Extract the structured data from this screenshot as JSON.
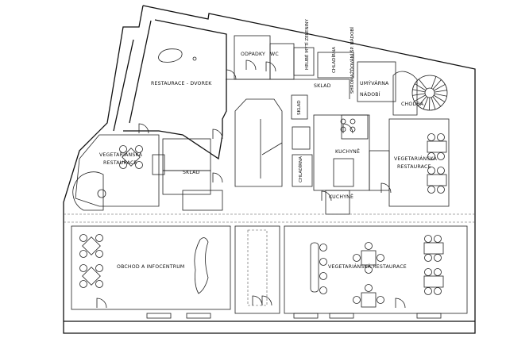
{
  "title": "Floor plan - vegetarian restaurant",
  "rooms": {
    "courtyard": "RESTAURACE - DVOREK",
    "waste": "ODPADKY",
    "wc": "WC",
    "veg_wash": "HRUBÉ MYTÍ ZELENINY",
    "cold_room_top": "CHLADÍRNA",
    "dirty_dishes": "SHROMAŽĎOVÁNÍ ŠP. NÁDOBÍ",
    "storage_top": "SKLAD",
    "dishwash_1": "UMÝVÁRNA",
    "dishwash_2": "NÁDOBÍ",
    "corridor": "CHODBA",
    "storage_small": "SKLAD",
    "kitchen_main": "KUCHYNĚ",
    "cold_room_mid": "CHLADÍRNA",
    "kitchen_small": "KUCHYNĚ",
    "veg_left_1": "VEGETARIÁNSKÁ",
    "veg_left_2": "RESTAURACE",
    "storage_left": "SKLAD",
    "veg_right_1": "VEGETARIÁNSKÁ",
    "veg_right_2": "RESTAURACE",
    "shop": "OBCHOD A INFOCENTRUM",
    "veg_bottom": "VEGETARIÁNSKÁ RESTAURACE"
  }
}
